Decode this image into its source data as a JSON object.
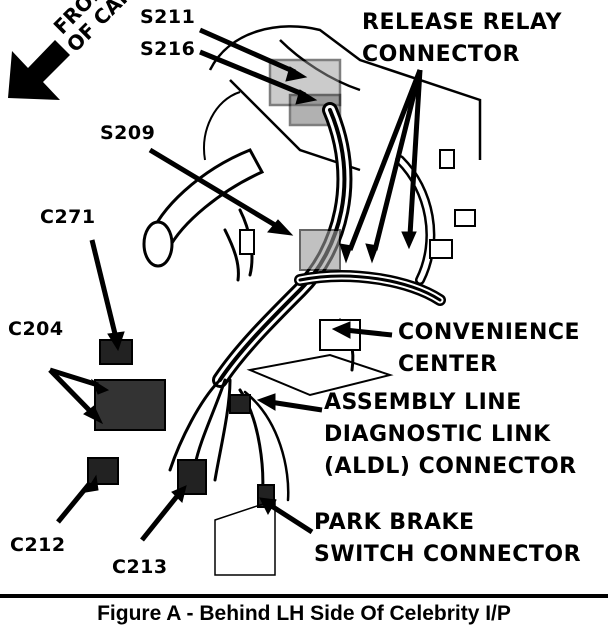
{
  "labels": {
    "front_line1": "FRONT",
    "front_line2": "OF CAR",
    "s211": "S211",
    "s216": "S216",
    "s209": "S209",
    "c271": "C271",
    "c204": "C204",
    "c212": "C212",
    "c213": "C213",
    "release_relay_line1": "RELEASE RELAY",
    "release_relay_line2": "CONNECTOR",
    "convenience_line1": "CONVENIENCE",
    "convenience_line2": "CENTER",
    "aldl_line1": "ASSEMBLY LINE",
    "aldl_line2": "DIAGNOSTIC LINK",
    "aldl_line3": "(ALDL) CONNECTOR",
    "park_brake_line1": "PARK BRAKE",
    "park_brake_line2": "SWITCH CONNECTOR"
  },
  "caption": "Figure A - Behind LH Side Of Celebrity I/P"
}
